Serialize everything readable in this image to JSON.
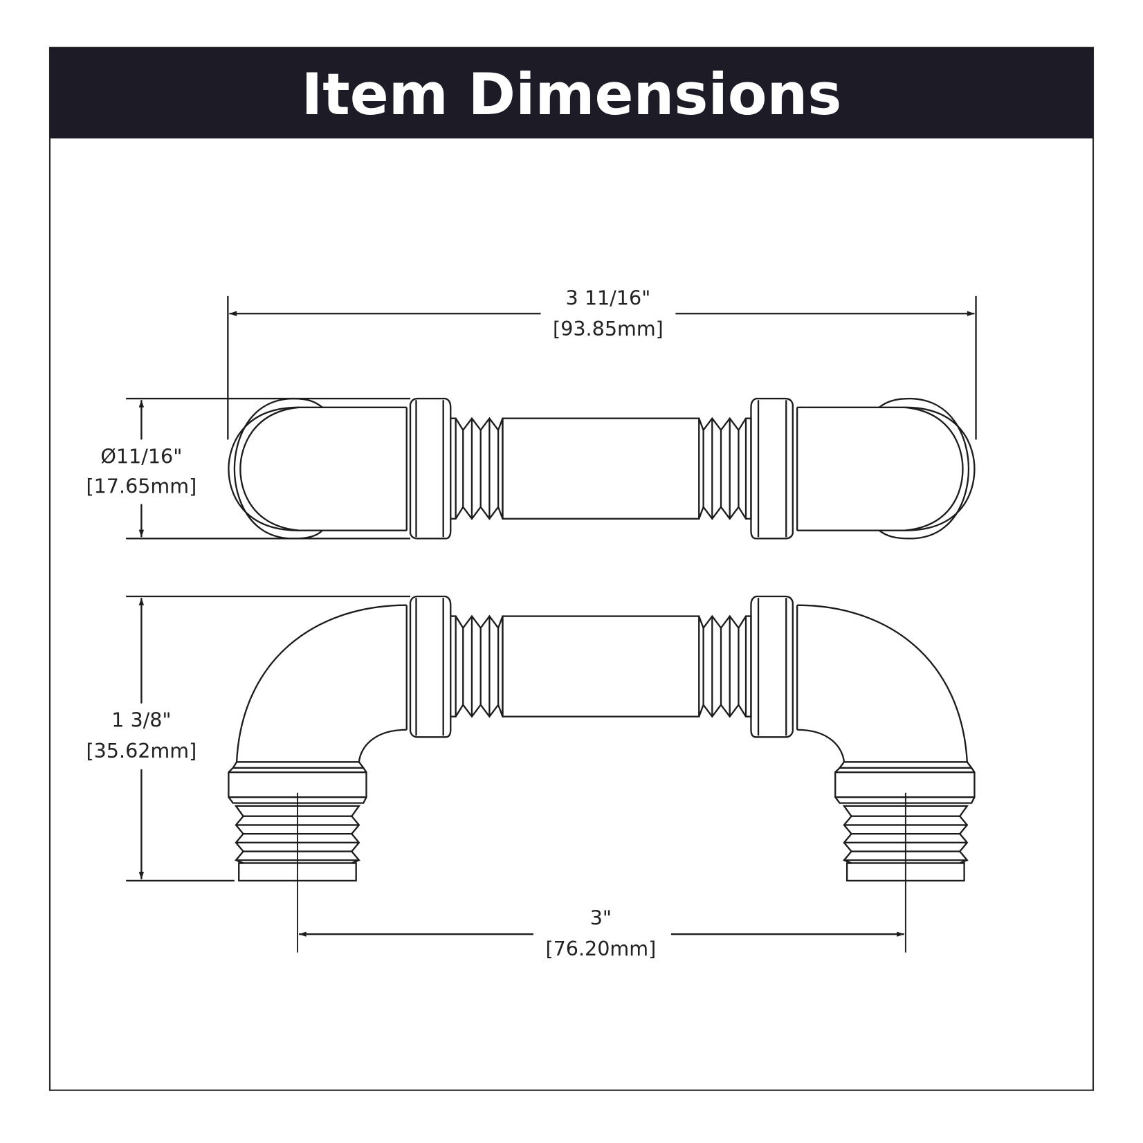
{
  "header": {
    "title": "Item Dimensions",
    "background": "#1c1b26",
    "text_color": "#ffffff"
  },
  "drawing": {
    "line_color": "#1c1c1c",
    "views": [
      "top-view",
      "side-view"
    ]
  },
  "dimensions": {
    "overall_length": {
      "imperial": "3 11/16\"",
      "metric": "[93.85mm]"
    },
    "diameter": {
      "imperial": "Ø11/16\"",
      "metric": "[17.65mm]"
    },
    "projection": {
      "imperial": "1 3/8\"",
      "metric": "[35.62mm]"
    },
    "center_to_center": {
      "imperial": "3\"",
      "metric": "[76.20mm]"
    }
  }
}
